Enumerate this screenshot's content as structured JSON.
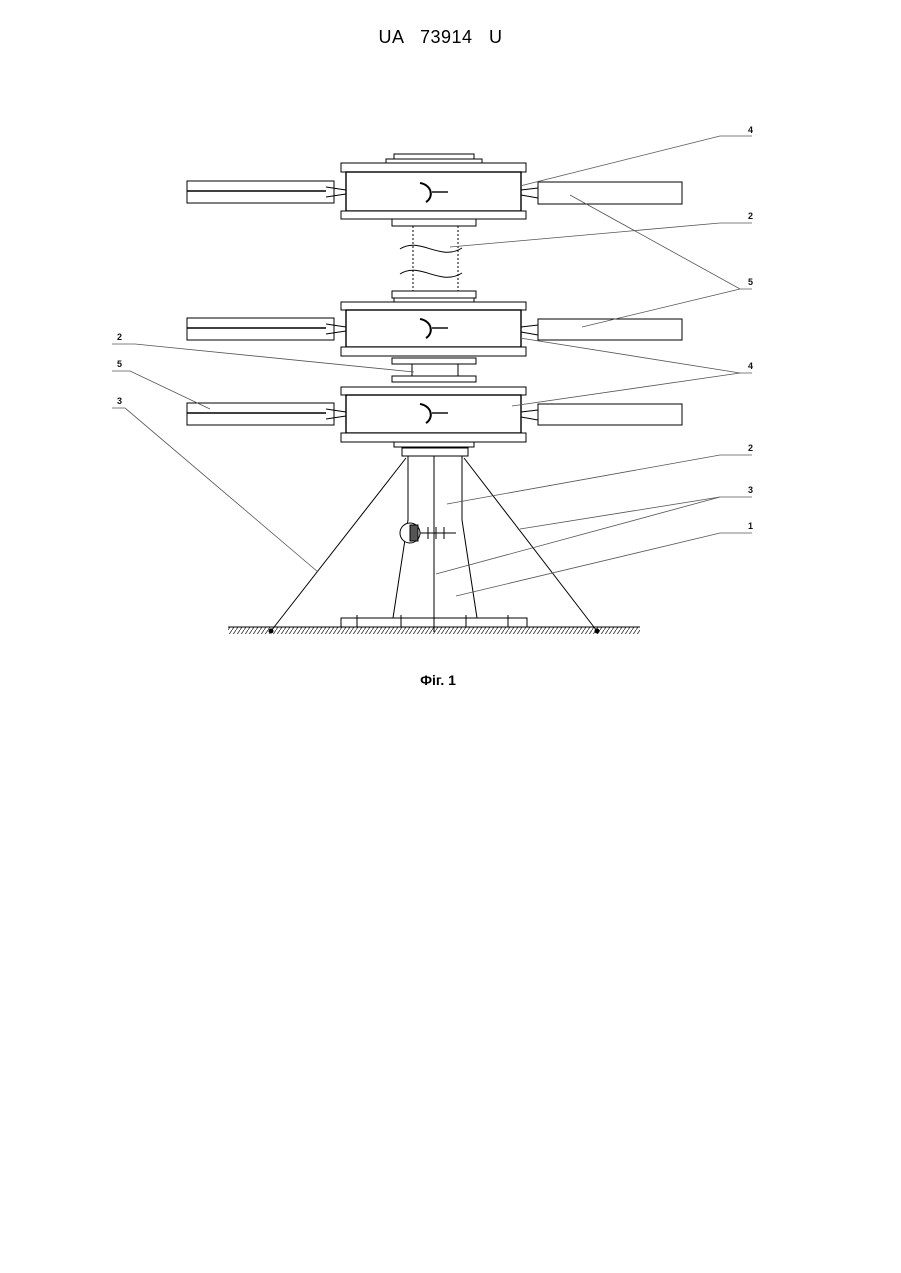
{
  "header": {
    "doc_id": "UA   73914   U"
  },
  "figure": {
    "caption": "Фіг. 1",
    "callouts": [
      {
        "id": "c4a",
        "text": "4"
      },
      {
        "id": "c2a",
        "text": "2"
      },
      {
        "id": "c5a",
        "text": "5"
      },
      {
        "id": "c4b",
        "text": "4"
      },
      {
        "id": "c2b",
        "text": "2"
      },
      {
        "id": "c3b",
        "text": "3"
      },
      {
        "id": "c1",
        "text": "1"
      },
      {
        "id": "c2l",
        "text": "2"
      },
      {
        "id": "c5l",
        "text": "5"
      },
      {
        "id": "c3l",
        "text": "3"
      }
    ]
  }
}
